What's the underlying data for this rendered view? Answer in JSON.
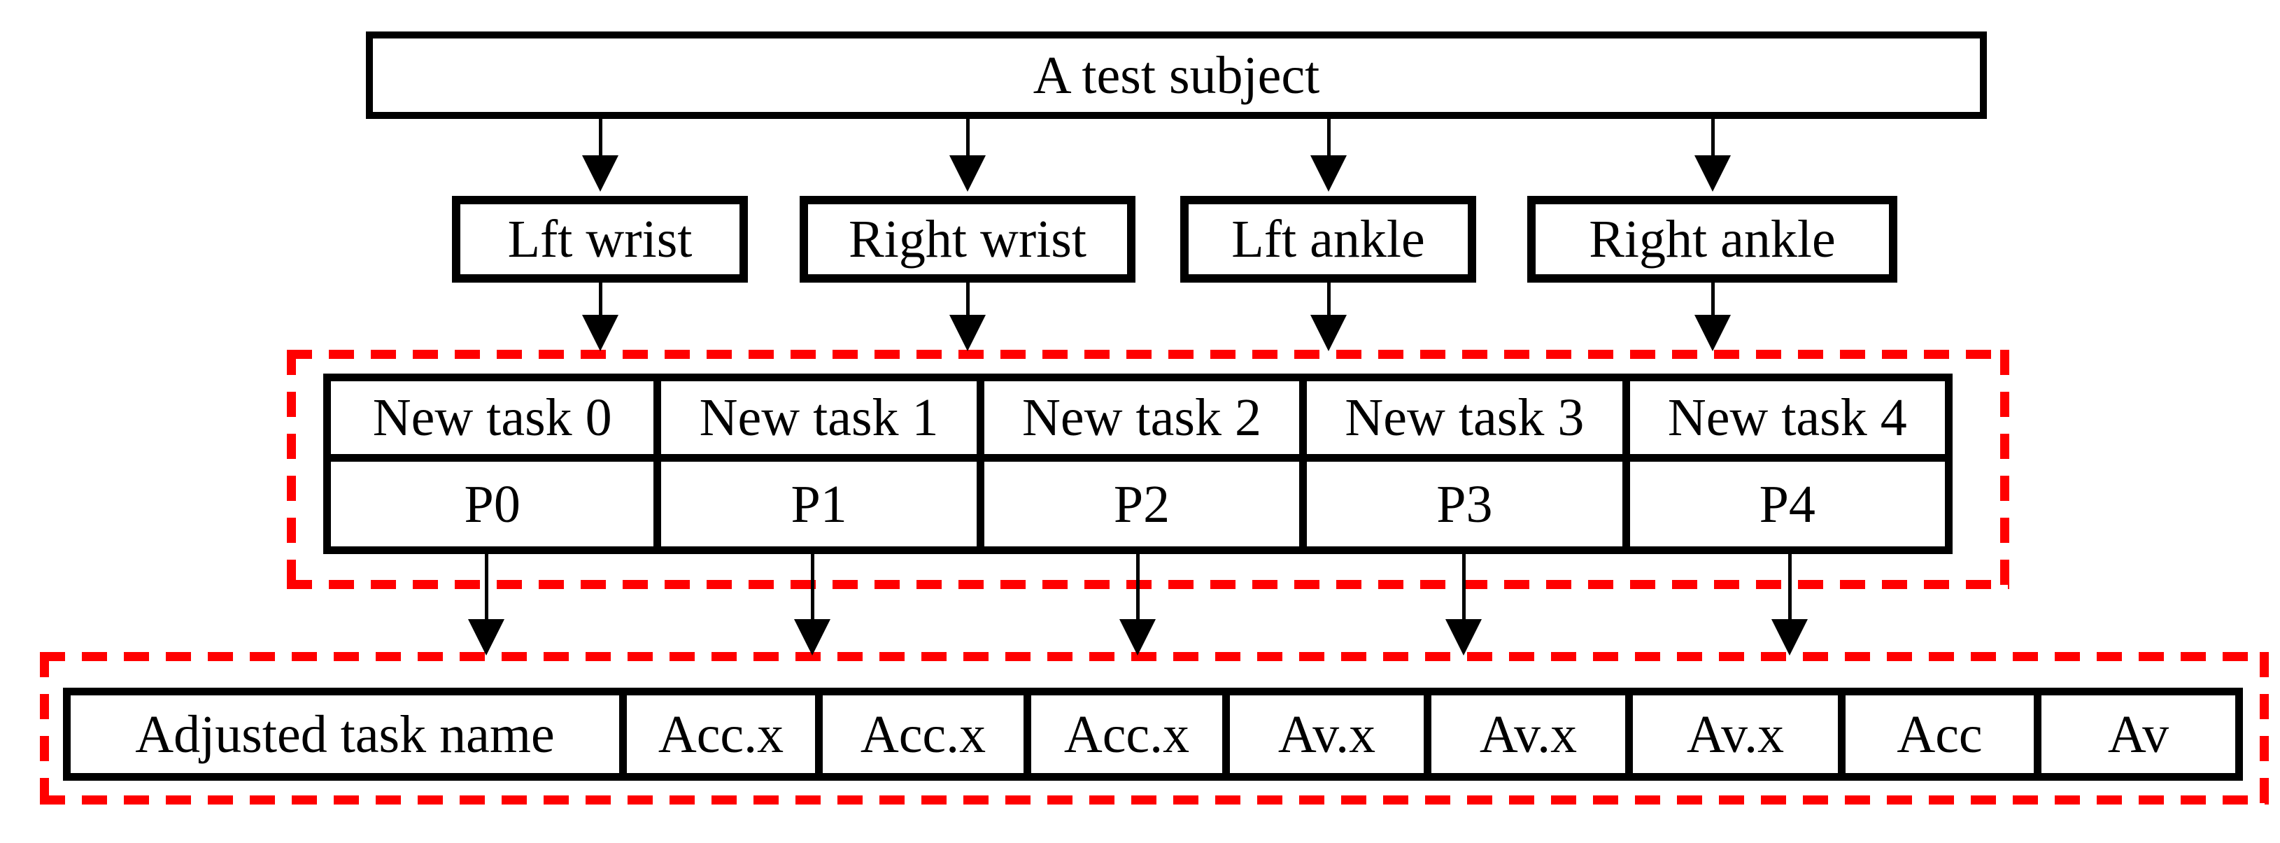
{
  "flowchart": {
    "root_label": "A test subject",
    "sensors": [
      "Lft wrist",
      "Right wrist",
      "Lft ankle",
      "Right ankle"
    ],
    "task_headers": [
      "New task 0",
      "New task 1",
      "New task 2",
      "New task 3",
      "New task 4"
    ],
    "task_pipelines": [
      "P0",
      "P1",
      "P2",
      "P3",
      "P4"
    ],
    "output_columns": [
      "Adjusted task name",
      "Acc.x",
      "Acc.x",
      "Acc.x",
      "Av.x",
      "Av.x",
      "Av.x",
      "Acc",
      "Av"
    ],
    "colors": {
      "line": "#000000",
      "highlight_dash": "#ff0000",
      "background": "#ffffff"
    }
  }
}
